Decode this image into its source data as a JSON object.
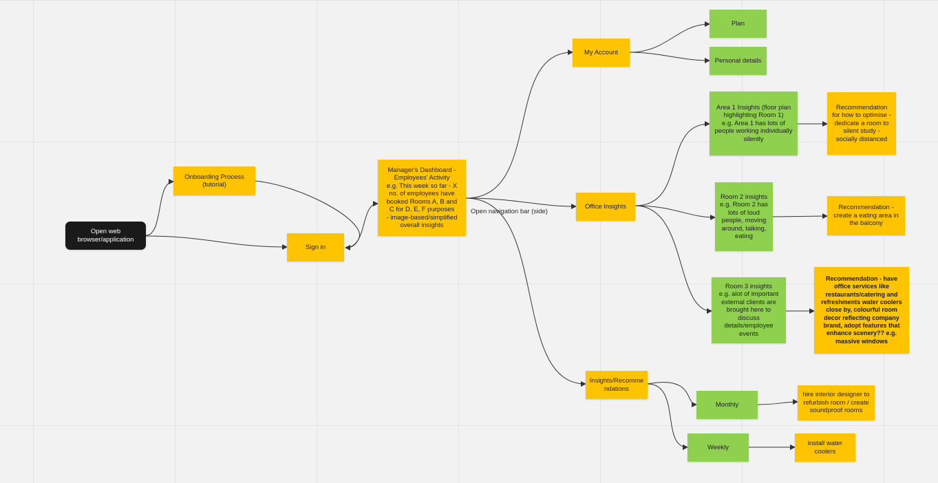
{
  "colors": {
    "yellow": "#ffc400",
    "green": "#8fd14f",
    "black": "#1a1a1a",
    "edge": "#333333"
  },
  "nodes": {
    "open_web": "Open web\nbrowser/application",
    "onboarding": "Onboarding Process\n(tutorial)",
    "sign_in": "Sign in",
    "dashboard": "Manager's Dashboard -\nEmployees' Activity\ne.g. This week so far - X\nno. of employees have\nbooked Rooms A, B and\nC for D, E, F purposes\n- image-based/simplified\noverall insights",
    "my_account": "My Account",
    "plan": "Plan",
    "personal_details": "Personal details",
    "office_insights": "Office Insights",
    "area1": "Area 1 Insights (floor plan\nhighlighting Room 1)\ne.g. Area 1 has lots of\npeople working individually\nsilently",
    "rec1": "Recommendation\nfor how to optimise -\ndedicate a room to\nsilent study -\nsocially distanced",
    "room2": "Room 2 insights\ne.g. Room 2 has\nlots of loud\npeople, moving\naround, talking,\neating",
    "rec2": "Recommendation -\ncreate a eating area in\nthe balcony",
    "room3": "Room 3 insights\ne.g. alot of important\nexternal clients are\nbrought here to\ndiscuss\ndetails/employee\nevents",
    "rec3": "Recommendation - have\noffice services like\nrestaurants/catering and\nrefreshments water coolers\nclose by, colourful room\ndecor reflecting company\nbrand, adopt features that\nenhance scenery?? e.g.\nmassive windows",
    "insights_recs": "Insights/Recomme\nndations",
    "monthly": "Monthly",
    "monthly_rec": "hire interior designer to\nrefurbish room / create\nsoundproof rooms",
    "weekly": "Weekly",
    "weekly_rec": "install water\ncoolers"
  },
  "edge_labels": {
    "nav_bar": "Open navigation bar (side)"
  }
}
